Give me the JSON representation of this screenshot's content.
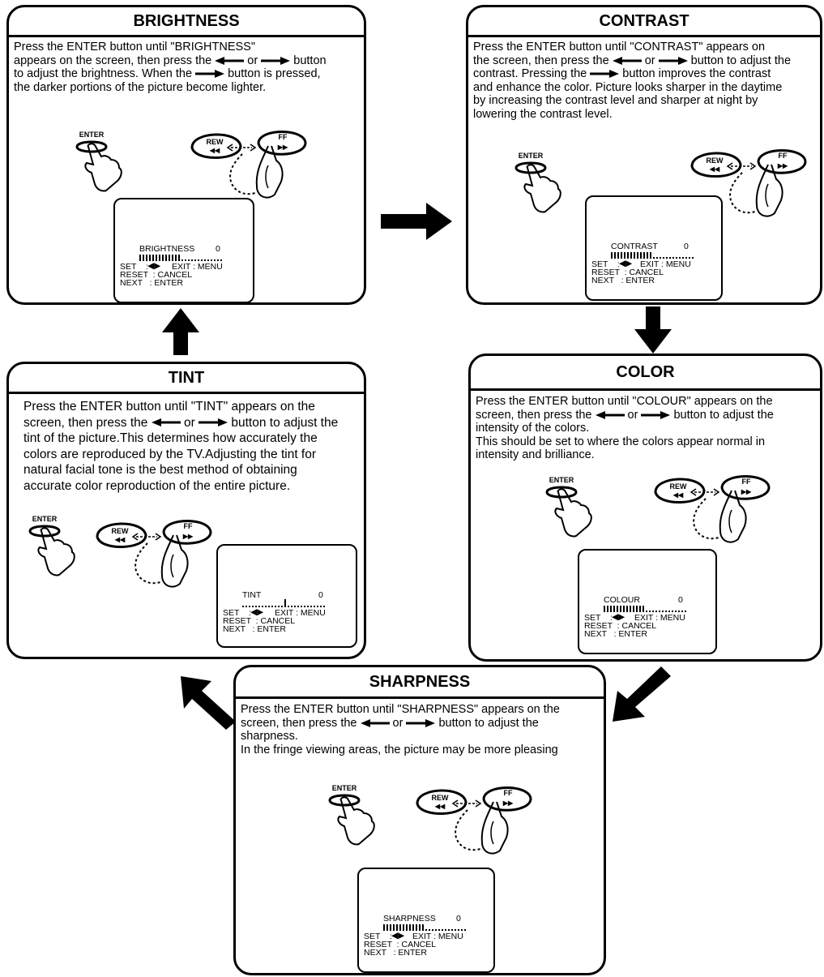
{
  "panels": {
    "brightness": {
      "title": "BRIGHTNESS",
      "text": [
        [
          "Press the ENTER button until \"BRIGHTNESS\""
        ],
        [
          "appears on the screen, then press the ",
          "←",
          " or ",
          "→",
          " button"
        ],
        [
          "to adjust the brightness. When the ",
          "→",
          " button is pressed,"
        ],
        [
          "the darker portions of the picture become lighter."
        ]
      ],
      "screen": {
        "name": "BRIGHTNESS",
        "value": "0",
        "set": "SET    :",
        "set_arrows": "◀▶",
        "exit": "EXIT : MENU",
        "reset": "RESET  : CANCEL",
        "next": "NEXT   : ENTER",
        "bar_level": 0.5,
        "bar_style": "left"
      }
    },
    "contrast": {
      "title": "CONTRAST",
      "text": [
        [
          "Press the ENTER button until \"CONTRAST\" appears on"
        ],
        [
          "the screen, then press the ",
          "←",
          " or ",
          "→",
          " button to adjust the"
        ],
        [
          "contrast. Pressing the ",
          "→",
          " button improves the contrast"
        ],
        [
          "and enhance the color. Picture looks sharper in the daytime"
        ],
        [
          "by increasing the contrast level and sharper at night by"
        ],
        [
          "lowering the contrast level."
        ]
      ],
      "screen": {
        "name": "CONTRAST",
        "value": "0",
        "set": "SET    :",
        "set_arrows": "◀▶",
        "exit": "EXIT : MENU",
        "reset": "RESET  : CANCEL",
        "next": "NEXT   : ENTER",
        "bar_level": 0.5,
        "bar_style": "left"
      }
    },
    "color": {
      "title": "COLOR",
      "text": [
        [
          "Press the ENTER button until \"COLOUR\" appears on the"
        ],
        [
          "screen, then press the ",
          "←",
          " or ",
          "→",
          " button to adjust the"
        ],
        [
          "intensity of the colors."
        ],
        [
          "This should be set to where the colors appear normal in"
        ],
        [
          "intensity and brilliance."
        ]
      ],
      "screen": {
        "name": "COLOUR",
        "value": "0",
        "set": "SET    :",
        "set_arrows": "◀▶",
        "exit": "EXIT : MENU",
        "reset": "RESET  : CANCEL",
        "next": "NEXT   : ENTER",
        "bar_level": 0.5,
        "bar_style": "left"
      }
    },
    "sharpness": {
      "title": "SHARPNESS",
      "text": [
        [
          "Press  the ENTER button until \"SHARPNESS\" appears on the"
        ],
        [
          "screen, then press the ",
          "←",
          " or ",
          "→",
          "      button to adjust the"
        ],
        [
          "sharpness."
        ],
        [
          "In the fringe viewing areas, the picture may be more pleasing"
        ]
      ],
      "screen": {
        "name": "SHARPNESS",
        "value": "0",
        "set": "SET    :",
        "set_arrows": "◀▶",
        "exit": "EXIT : MENU",
        "reset": "RESET  : CANCEL",
        "next": "NEXT   : ENTER",
        "bar_level": 0.5,
        "bar_style": "left"
      }
    },
    "tint": {
      "title": "TINT",
      "text": [
        [
          "Press  the ENTER button until \"TINT\" appears on the"
        ],
        [
          "screen, then press the ",
          "←",
          " or ",
          "→",
          " button to adjust the"
        ],
        [
          "tint of the picture.This determines how accurately the"
        ],
        [
          "colors are reproduced by the TV.Adjusting the tint for"
        ],
        [
          "natural facial tone is the best method of obtaining"
        ],
        [
          "accurate color reproduction of the entire picture."
        ]
      ],
      "screen": {
        "name": "TINT",
        "value": "0",
        "set": "SET    :",
        "set_arrows": "◀▶",
        "exit": "EXIT : MENU",
        "reset": "RESET  : CANCEL",
        "next": "NEXT   : ENTER",
        "bar_level": 0.5,
        "bar_style": "center"
      }
    }
  },
  "illustration": {
    "enter_label": "ENTER",
    "rew_label": "REW",
    "ff_label": "FF",
    "rew_symbol": "◀◀",
    "ff_symbol": "▶▶"
  }
}
